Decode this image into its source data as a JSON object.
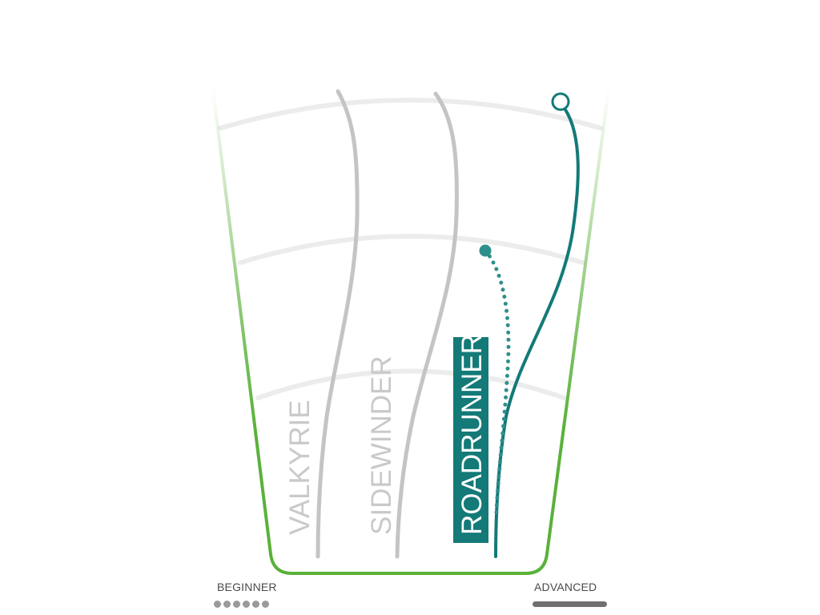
{
  "colors": {
    "frame_green": "#5ab13a",
    "arc_gray": "#ececec",
    "curve_gray": "#c4c4c4",
    "curve_teal": "#137a78",
    "dot_teal": "#2f8f8c",
    "label_gray_text": "#c9c9c9",
    "label_bg_teal": "#137a78",
    "label_text_white": "#ffffff",
    "scale_dots": "#9a9a9a",
    "scale_bar": "#6f6f6f"
  },
  "boards": [
    {
      "name": "VALKYRIE",
      "style": "gray"
    },
    {
      "name": "SIDEWINDER",
      "style": "gray"
    },
    {
      "name": "ROADRUNNER",
      "style": "highlighted"
    }
  ],
  "scale": {
    "beginner_label": "BEGINNER",
    "advanced_label": "ADVANCED",
    "beginner_marker": "dotted",
    "advanced_marker": "solid-bar"
  }
}
